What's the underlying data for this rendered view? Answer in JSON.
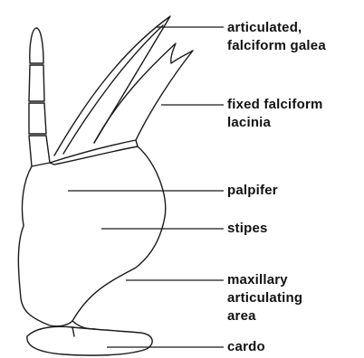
{
  "labels": {
    "galea": "articulated,\nfalciform galea",
    "lacinia": "fixed falciform\nlacinia",
    "palpifer": "palpifer",
    "stipes": "stipes",
    "articulating_area": "maxillary\narticulating\narea",
    "cardo": "cardo"
  }
}
